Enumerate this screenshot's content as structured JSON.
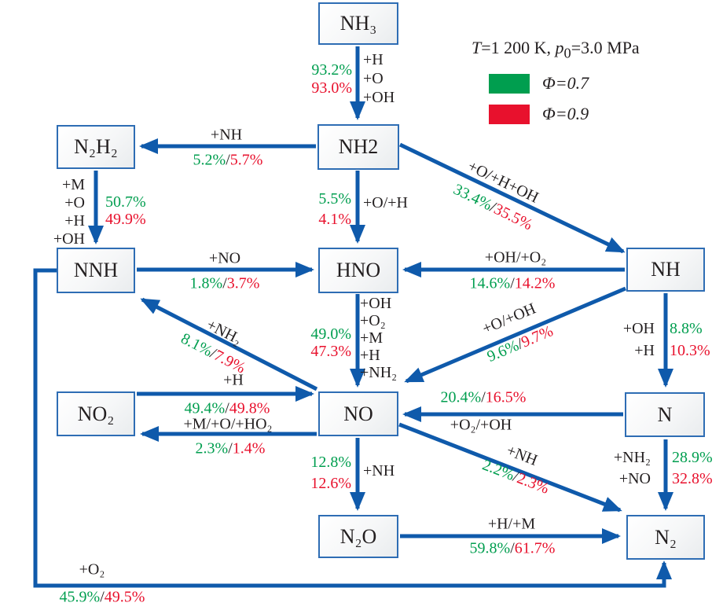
{
  "title": {
    "t": "T",
    "eq1": "=1 200 K, ",
    "p": "p",
    "p_sub": "0",
    "eq2": "=3.0 MPa"
  },
  "legend": {
    "items": [
      {
        "label": "Φ=0.7",
        "color": "#009E4F"
      },
      {
        "label": "Φ=0.9",
        "color": "#E8112D"
      }
    ]
  },
  "nodes": {
    "nh3": {
      "label": "NH₃"
    },
    "nh2": {
      "label": "NH2"
    },
    "n2h2": {
      "label": "N₂H₂"
    },
    "nnh": {
      "label": "NNH"
    },
    "hno": {
      "label": "HNO"
    },
    "nh": {
      "label": "NH"
    },
    "no2": {
      "label": "NO₂"
    },
    "no": {
      "label": "NO"
    },
    "n": {
      "label": "N"
    },
    "n2o": {
      "label": "N₂O"
    },
    "n2": {
      "label": "N₂"
    }
  },
  "edges": {
    "nh3_nh2": {
      "reagents": [
        "+H",
        "+O",
        "+OH"
      ],
      "green": "93.2%",
      "red": "93.0%"
    },
    "nh2_n2h2": {
      "reagent": "+NH",
      "green": "5.2%",
      "red": "5.7%"
    },
    "n2h2_nnh": {
      "reagents": [
        "+M",
        "+O",
        "+H",
        "+OH"
      ],
      "green": "50.7%",
      "red": "49.9%"
    },
    "nnh_hno": {
      "reagent": "+NO",
      "green": "1.8%",
      "red": "3.7%"
    },
    "nh2_nh": {
      "reagent": "+O/+H+OH",
      "green": "33.4%",
      "red": "35.5%"
    },
    "nh_hno": {
      "reagent": "+OH/+O₂",
      "green": "14.6%",
      "red": "14.2%"
    },
    "nh2_hno": {
      "reagent": "+O/+H",
      "green": "5.5%",
      "red": "4.1%"
    },
    "hno_no": {
      "reagents": [
        "+OH",
        "+O₂",
        "+M",
        "+H",
        "+NH₂"
      ],
      "green": "49.0%",
      "red": "47.3%"
    },
    "nh_no": {
      "reagent": "+O/+OH",
      "green": "9.6%",
      "red": "9.7%"
    },
    "nh_n": {
      "reagents": [
        "+OH",
        "+H"
      ],
      "green": "8.8%",
      "red": "10.3%"
    },
    "no_nnh": {
      "reagent": "+NH₂",
      "green": "8.1%",
      "red": "7.9%"
    },
    "no2_no": {
      "reagent": "+H",
      "green": "49.4%",
      "red": "49.8%"
    },
    "no_no2": {
      "reagent": "+M/+O/+HO₂",
      "green": "2.3%",
      "red": "1.4%"
    },
    "n_no": {
      "reagent": "+O₂/+OH",
      "green": "20.4%",
      "red": "16.5%"
    },
    "no_n2": {
      "reagent": "+NH",
      "green": "2.2%",
      "red": "2.3%"
    },
    "n_n2": {
      "reagents": [
        "+NH₂",
        "+NO"
      ],
      "green": "28.9%",
      "red": "32.8%"
    },
    "no_n2o": {
      "reagent": "+NH",
      "green": "12.8%",
      "red": "12.6%"
    },
    "n2o_n2": {
      "reagent": "+H/+M",
      "green": "59.8%",
      "red": "61.7%"
    },
    "nnh_n2": {
      "reagent": "+O₂",
      "green": "45.9%",
      "red": "49.5%"
    }
  },
  "ui": {
    "slash": "/"
  }
}
